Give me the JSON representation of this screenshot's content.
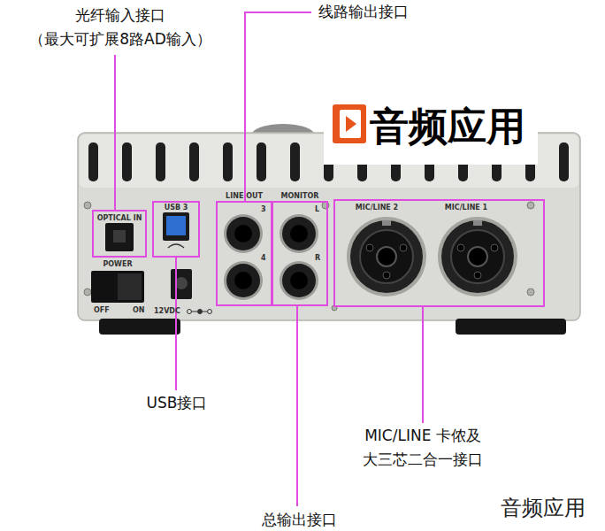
{
  "diagram": {
    "labels": [
      "光纤输入接口",
      "（最大可扩展8路AD输入）",
      "线路输出接口",
      "音频应用",
      "OPTICAL IN",
      "USB 3",
      "POWER",
      "OFF",
      "ON",
      "12VDC",
      "LINE OUT",
      "3",
      "4",
      "MONITOR",
      "L",
      "R",
      "MIC/LINE 2",
      "MIC/LINE 1",
      "USB接口",
      "MIC/LINE 卡侬及",
      "大三芯二合一接口",
      "总输出接口",
      "音频应用"
    ]
  }
}
